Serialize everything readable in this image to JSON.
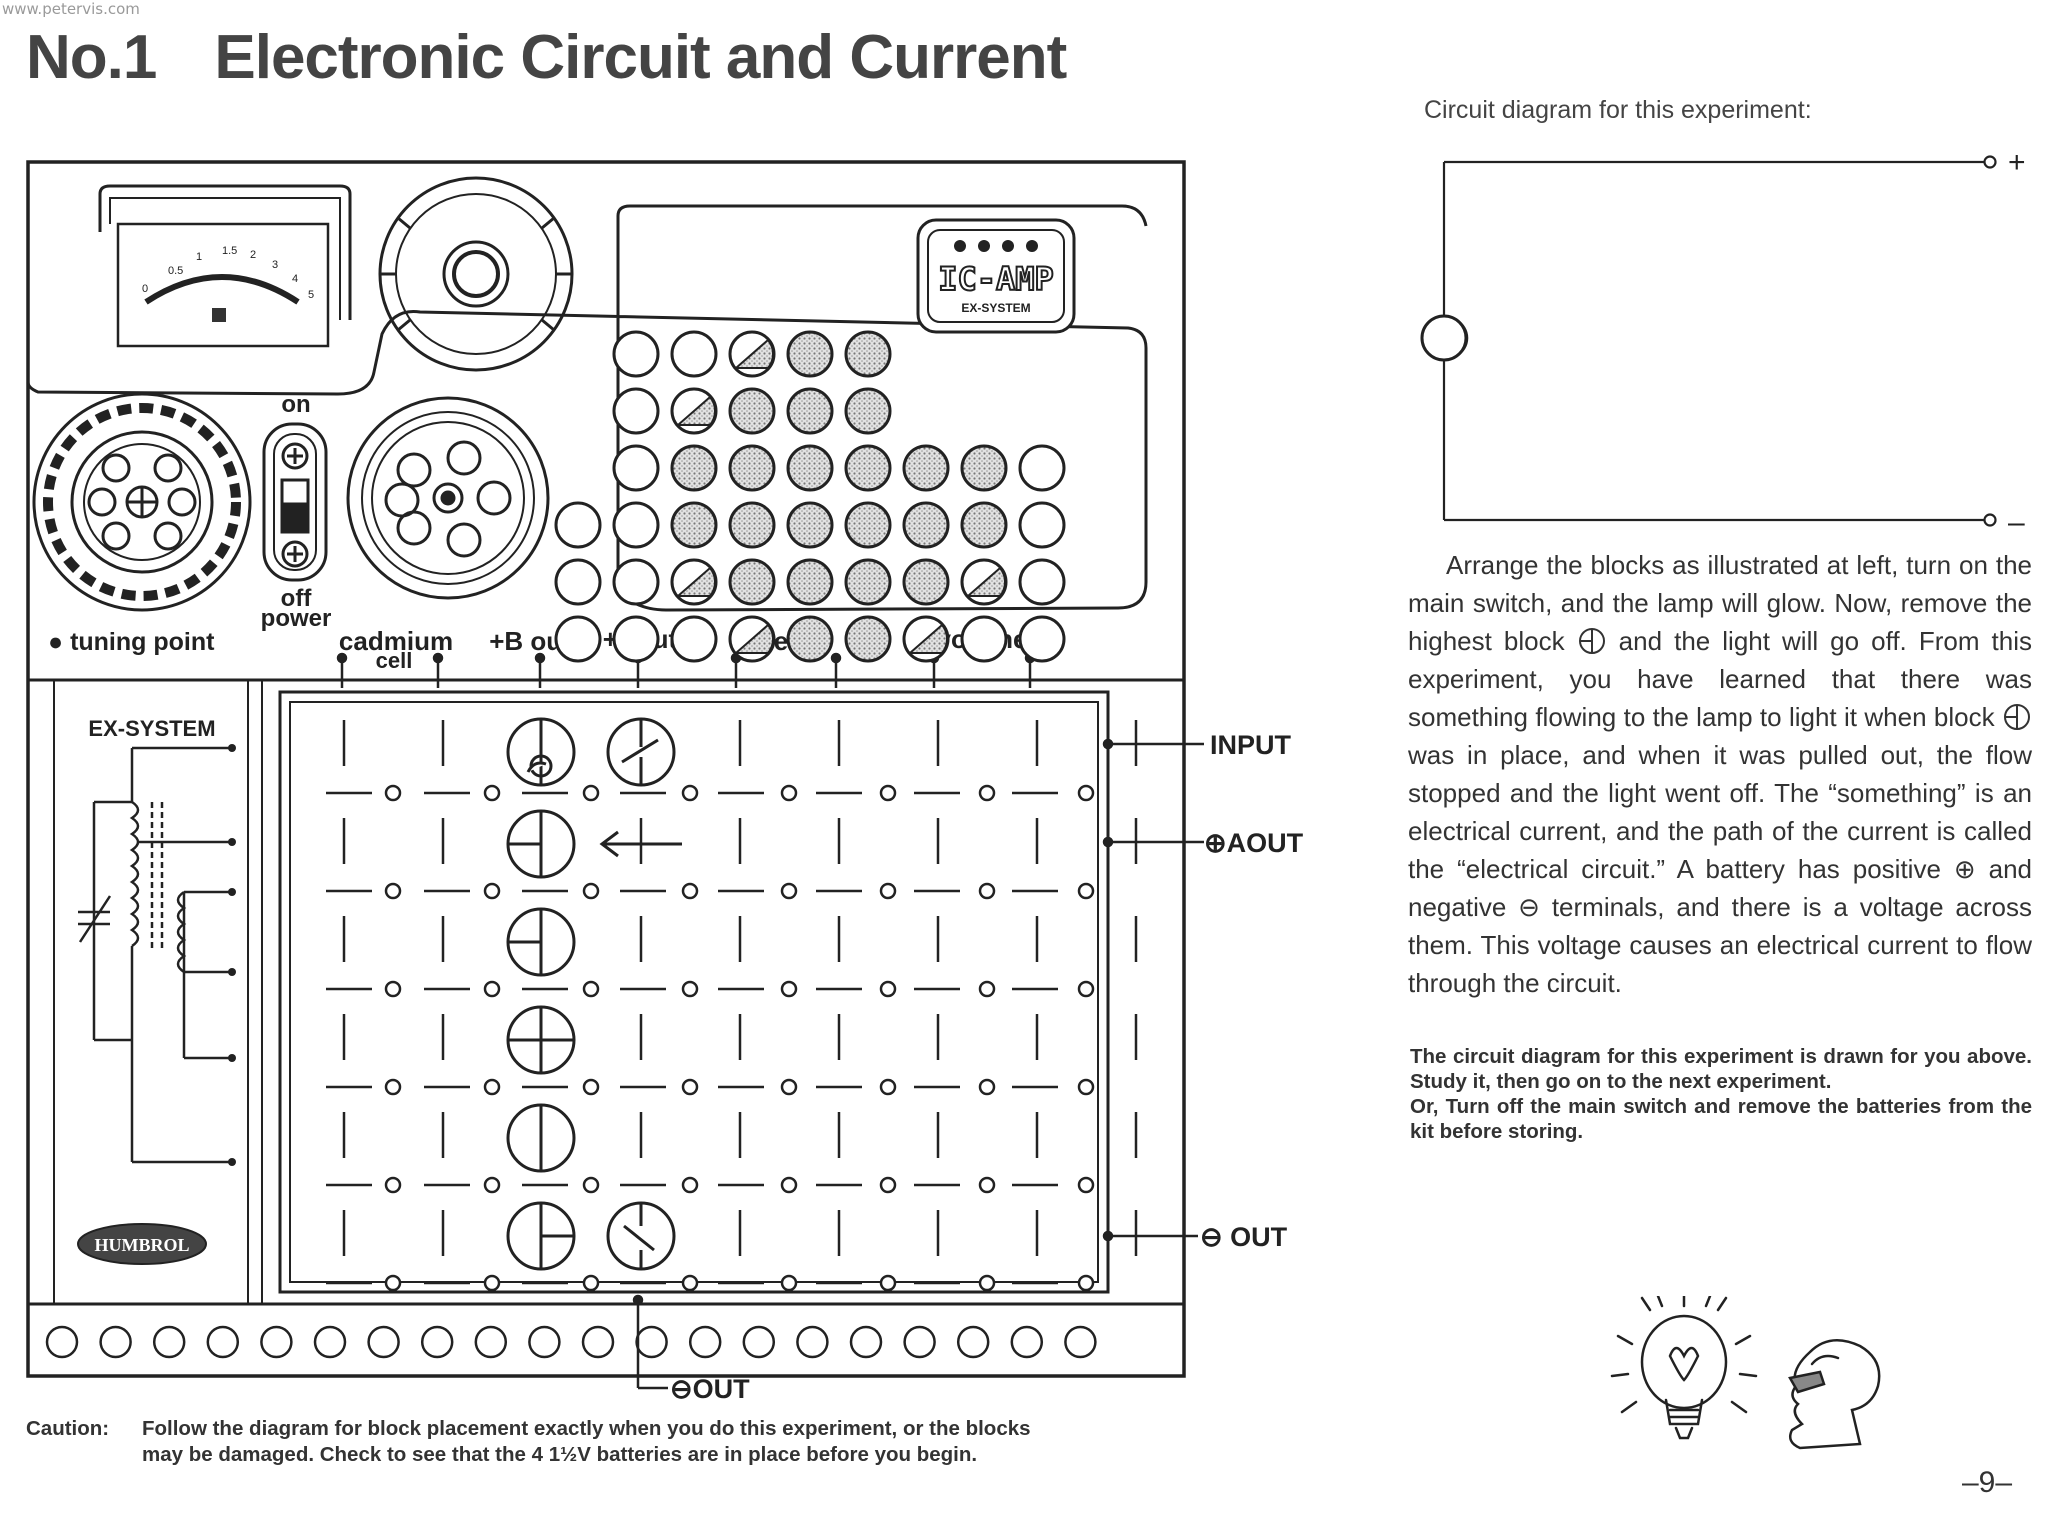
{
  "watermark": "www.petervis.com",
  "title": {
    "number": "No.1",
    "text": "Electronic Circuit and Current"
  },
  "circuit_diagram": {
    "caption": "Circuit diagram for this experiment:",
    "plus": "+",
    "minus": "–"
  },
  "body": {
    "segments": [
      "Arrange the blocks as illustrated at left, turn on the main switch, and the lamp will glow. Now, remove the highest block",
      "and the light will go off. From this experiment, you have learned that there was something flowing to the lamp to light it when block",
      "was in place, and when it was pulled out, the flow stopped and the light went off. The “something” is an electrical current, and the path of the current is called the “electrical circuit.” A battery has positive ⊕ and negative ⊖ terminals, and there is a voltage across them. This voltage causes an electrical current to flow through the circuit."
    ]
  },
  "note": {
    "line1": "The circuit diagram for this experiment is drawn for you above. Study it, then go on to the next experiment.",
    "line2": "Or, Turn off the main switch and remove the batteries from the kit before storing."
  },
  "caution": {
    "label": "Caution:",
    "line1": "Follow the diagram for block placement exactly when you do this experiment, or the blocks",
    "line2": "may be damaged. Check to see that the 4 1½V batteries are in place before you begin."
  },
  "page_number": "–9–",
  "kit": {
    "switch_on": "on",
    "switch_off": "off",
    "power": "power",
    "tuning_point": "tuning point",
    "terminals": [
      "cadmium",
      "cell",
      "+B out",
      "+Aout",
      "meter",
      "volume"
    ],
    "side_labels": {
      "input": "INPUT",
      "aout": "⊕AOUT",
      "out_side": "⊖ OUT",
      "out_bottom": "⊖OUT"
    },
    "ex_system": "EX-SYSTEM",
    "ic_amp": "IC-AMP",
    "ic_amp_sub": "EX-SYSTEM",
    "brand": "HUMBROL",
    "meter_scale": [
      "0",
      "0.5",
      "1",
      "1.5",
      "2",
      "3",
      "4",
      "5"
    ]
  },
  "colors": {
    "ink": "#1a1a1a",
    "shade": "#bcbcbc",
    "paper": "#ffffff"
  }
}
